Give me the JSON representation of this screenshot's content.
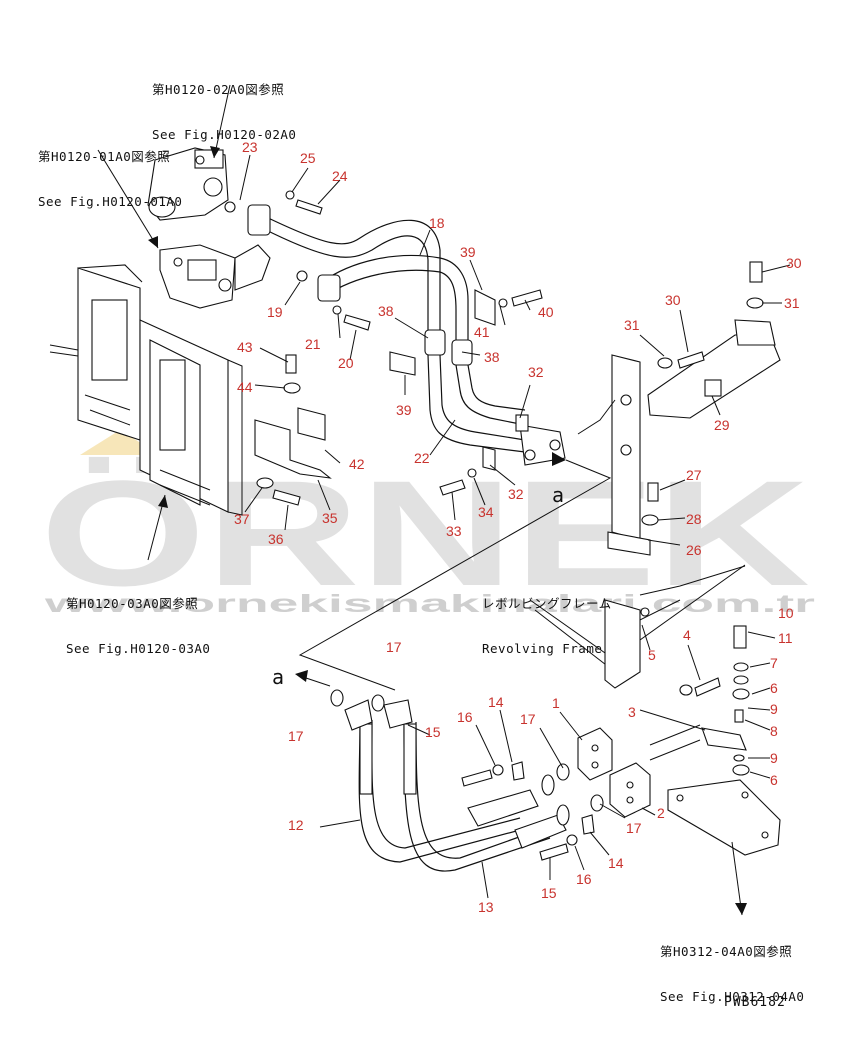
{
  "references": {
    "fig_02": {
      "jp": "第H0120-02A0図参照",
      "en": "See Fig.H0120-02A0"
    },
    "fig_01": {
      "jp": "第H0120-01A0図参照",
      "en": "See Fig.H0120-01A0"
    },
    "fig_03": {
      "jp": "第H0120-03A0図参照",
      "en": "See Fig.H0120-03A0"
    },
    "fig_0312": {
      "jp": "第H0312-04A0図参照",
      "en": "See Fig.H0312-04A0"
    }
  },
  "revolving_frame": {
    "jp": "レボルビングフレーム",
    "en": "Revolving Frame"
  },
  "connection_marker": "a",
  "watermark": {
    "brand": "ÖRNEK",
    "url": "www.ornekismakinalari.com.tr"
  },
  "drawing_code": "PWB6182",
  "part_numbers": [
    "1",
    "2",
    "3",
    "4",
    "5",
    "6",
    "6",
    "7",
    "8",
    "9",
    "9",
    "10",
    "11",
    "12",
    "13",
    "14",
    "14",
    "15",
    "15",
    "16",
    "16",
    "17",
    "17",
    "17",
    "17",
    "18",
    "19",
    "20",
    "21",
    "22",
    "23",
    "24",
    "25",
    "26",
    "27",
    "28",
    "29",
    "30",
    "30",
    "31",
    "31",
    "32",
    "32",
    "33",
    "34",
    "35",
    "36",
    "37",
    "38",
    "38",
    "39",
    "39",
    "40",
    "41",
    "42",
    "43",
    "44"
  ]
}
